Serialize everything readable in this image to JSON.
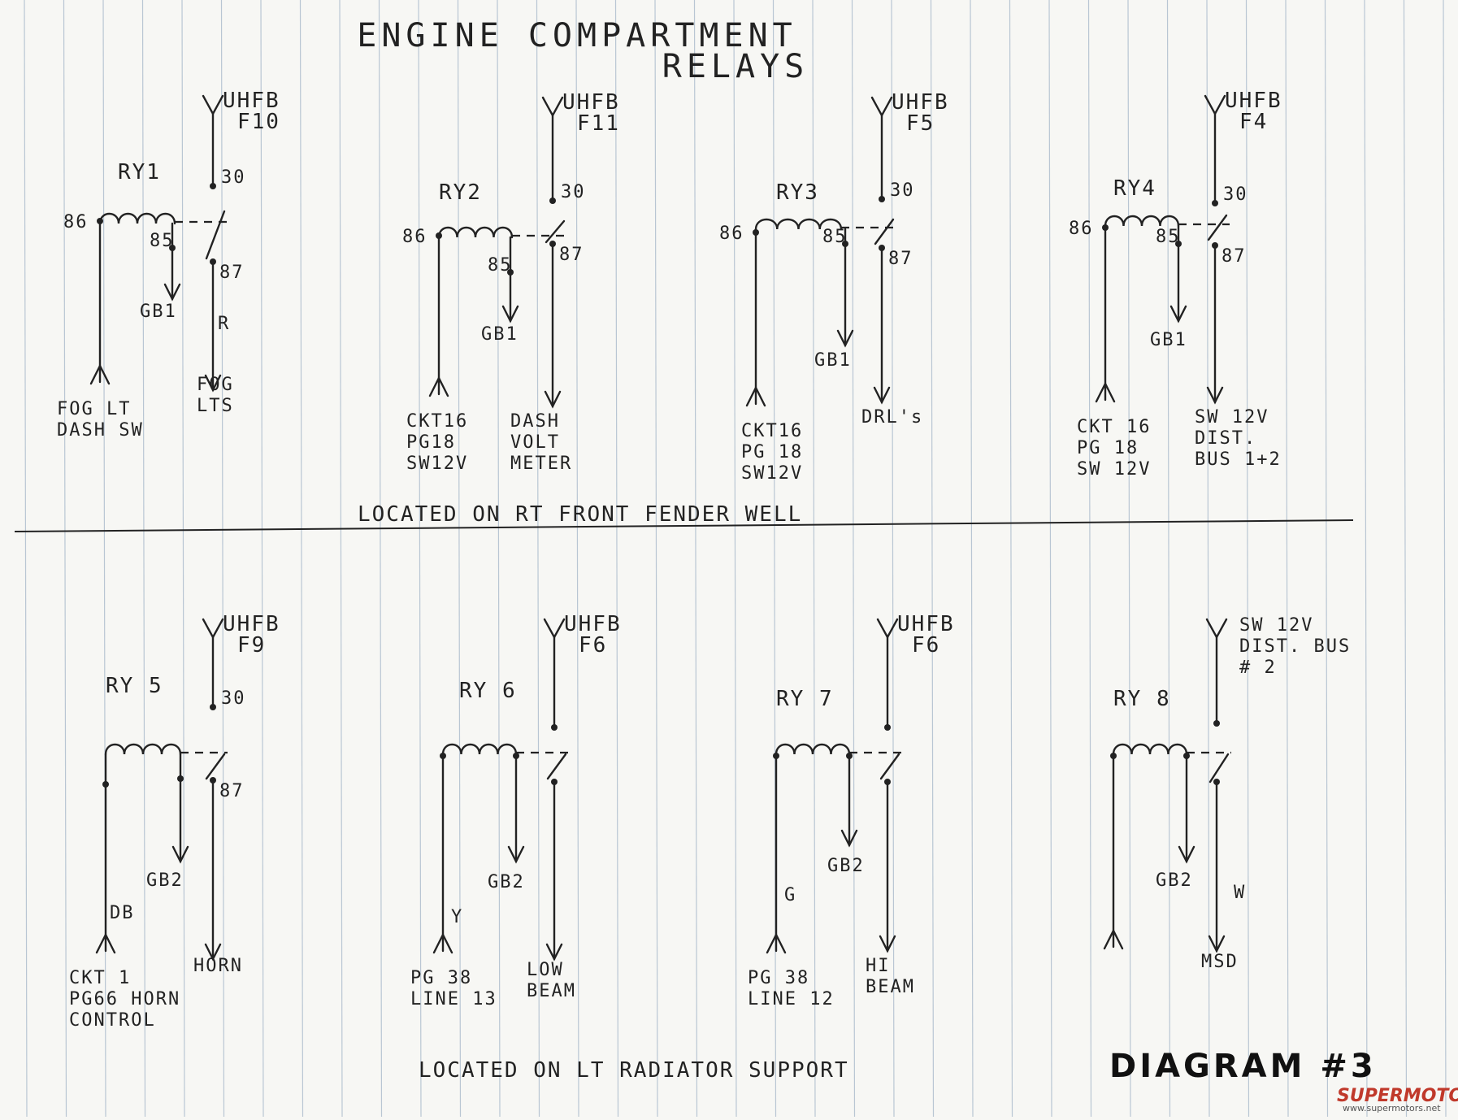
{
  "title": {
    "line1": "ENGINE COMPARTMENT",
    "line2": "RELAYS"
  },
  "top_location": "LOCATED ON RT FRONT FENDER WELL",
  "bottom_location": "LOCATED ON LT RADIATOR SUPPORT",
  "diagram_label": "DIAGRAM #3",
  "watermark": {
    "brand": "SUPERMOTORS",
    "url": "www.supermotors.net"
  },
  "relays": [
    {
      "name": "RY1",
      "source": [
        "UHFB",
        "F10"
      ],
      "pin30": "30",
      "pin87": "87",
      "pin86": "86",
      "pin85": "85",
      "ground": "GB1",
      "wire": "R",
      "load": [
        "FOG",
        "LTS"
      ],
      "control": [
        "FOG LT",
        "DASH SW"
      ]
    },
    {
      "name": "RY2",
      "source": [
        "UHFB",
        "F11"
      ],
      "pin30": "30",
      "pin87": "87",
      "pin86": "86",
      "pin85": "85",
      "ground": "GB1",
      "wire": "",
      "load": [
        "DASH",
        "VOLT",
        "METER"
      ],
      "control": [
        "CKT16",
        "PG18",
        "SW12V"
      ]
    },
    {
      "name": "RY3",
      "source": [
        "UHFB",
        "F5"
      ],
      "pin30": "30",
      "pin87": "87",
      "pin86": "86",
      "pin85": "85",
      "ground": "GB1",
      "wire": "",
      "load": [
        "DRL's"
      ],
      "control": [
        "CKT16",
        "PG 18",
        "SW12V"
      ]
    },
    {
      "name": "RY4",
      "source": [
        "UHFB",
        "F4"
      ],
      "pin30": "30",
      "pin87": "87",
      "pin86": "86",
      "pin85": "85",
      "ground": "GB1",
      "wire": "",
      "load": [
        "SW 12V",
        "DIST.",
        "BUS 1+2"
      ],
      "control": [
        "CKT 16",
        "PG 18",
        "SW 12V"
      ]
    },
    {
      "name": "RY 5",
      "source": [
        "UHFB",
        "F9"
      ],
      "pin30": "30",
      "pin87": "87",
      "ground": "GB2",
      "wire": "DB",
      "load": [
        "HORN"
      ],
      "control": [
        "CKT 1",
        "PG66 HORN",
        "CONTROL"
      ]
    },
    {
      "name": "RY 6",
      "source": [
        "UHFB",
        "F6"
      ],
      "ground": "GB2",
      "wire": "Y",
      "load": [
        "LOW",
        "BEAM"
      ],
      "control": [
        "PG 38",
        "LINE 13"
      ]
    },
    {
      "name": "RY 7",
      "source": [
        "UHFB",
        "F6"
      ],
      "ground": "GB2",
      "wire": "G",
      "load": [
        "HI",
        "BEAM"
      ],
      "control": [
        "PG 38",
        "LINE 12"
      ]
    },
    {
      "name": "RY 8",
      "source": [
        "SW 12V",
        "DIST. BUS",
        "# 2"
      ],
      "ground": "GB2",
      "wire": "W",
      "load": [
        "MSD"
      ],
      "control": []
    }
  ]
}
